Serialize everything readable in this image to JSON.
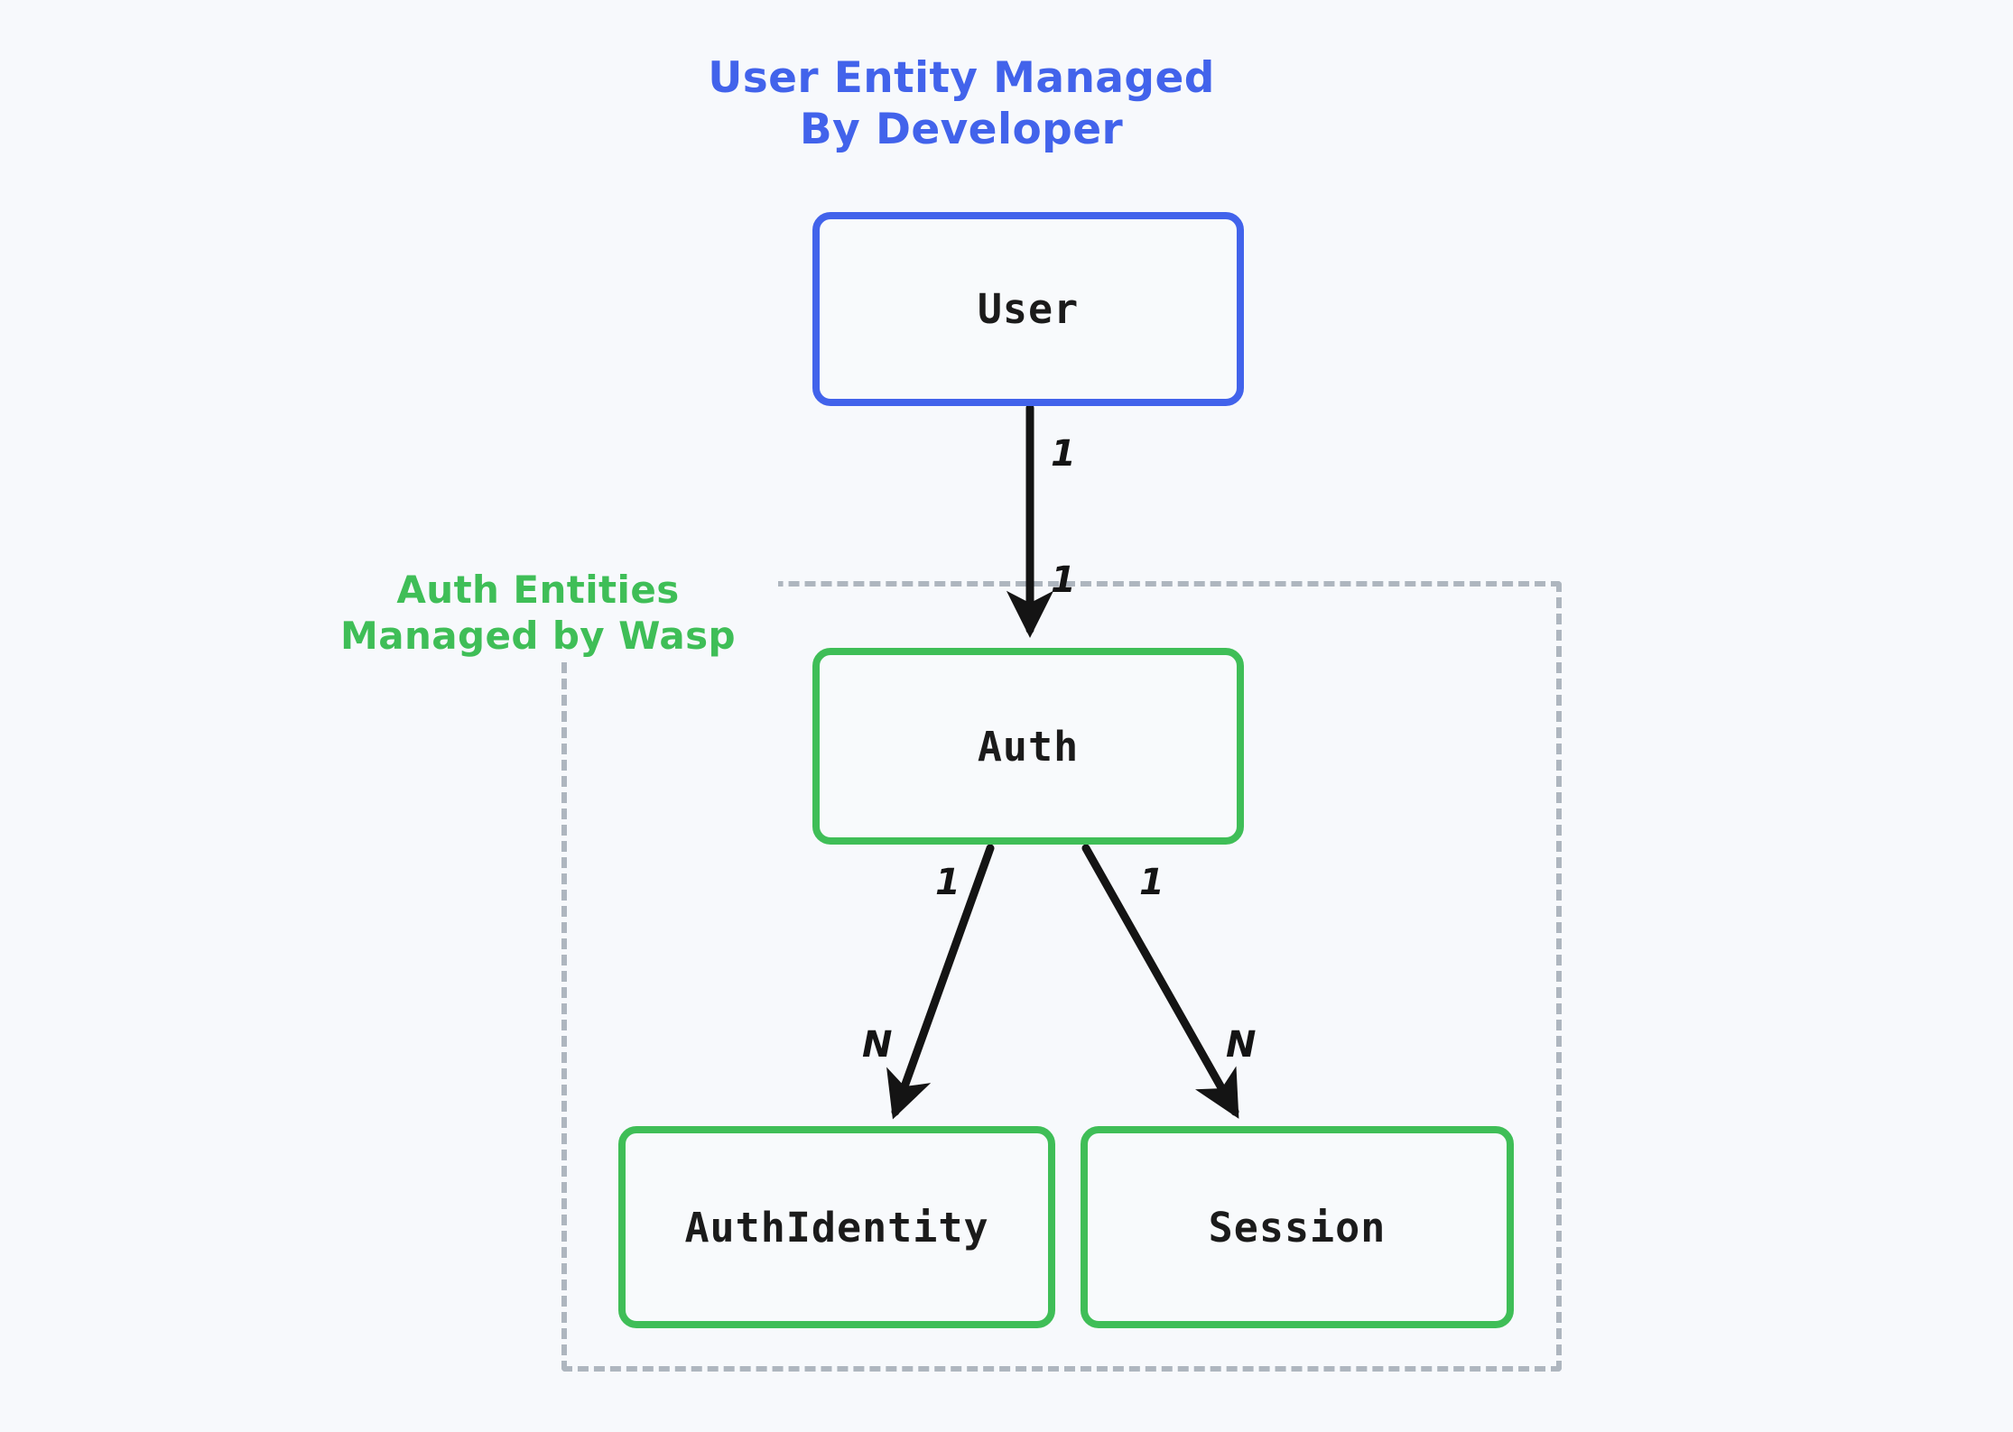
{
  "diagram": {
    "title": "Wasp Auth Entity Relationship Diagram",
    "background_color": "#f7f9fc",
    "groups": [
      {
        "id": "user-group",
        "title": "User Entity Managed\nBy Developer",
        "color": "#4263eb",
        "boundary": "none"
      },
      {
        "id": "auth-group",
        "title": "Auth Entities\nManaged by Wasp",
        "color": "#3fbe57",
        "boundary": "dashed",
        "boundary_color": "#aeb6bf"
      }
    ],
    "entities": [
      {
        "id": "user",
        "label": "User",
        "border_color": "#4263eb"
      },
      {
        "id": "auth",
        "label": "Auth",
        "border_color": "#3fbe57"
      },
      {
        "id": "authidentity",
        "label": "AuthIdentity",
        "border_color": "#3fbe57"
      },
      {
        "id": "session",
        "label": "Session",
        "border_color": "#3fbe57"
      }
    ],
    "relationships": [
      {
        "id": "user-auth",
        "from": "user",
        "to": "auth",
        "source_cardinality": "1",
        "target_cardinality": "1"
      },
      {
        "id": "auth-authidentity",
        "from": "auth",
        "to": "authidentity",
        "source_cardinality": "1",
        "target_cardinality": "N"
      },
      {
        "id": "auth-session",
        "from": "auth",
        "to": "session",
        "source_cardinality": "1",
        "target_cardinality": "N"
      }
    ],
    "arrow_color": "#141414"
  }
}
